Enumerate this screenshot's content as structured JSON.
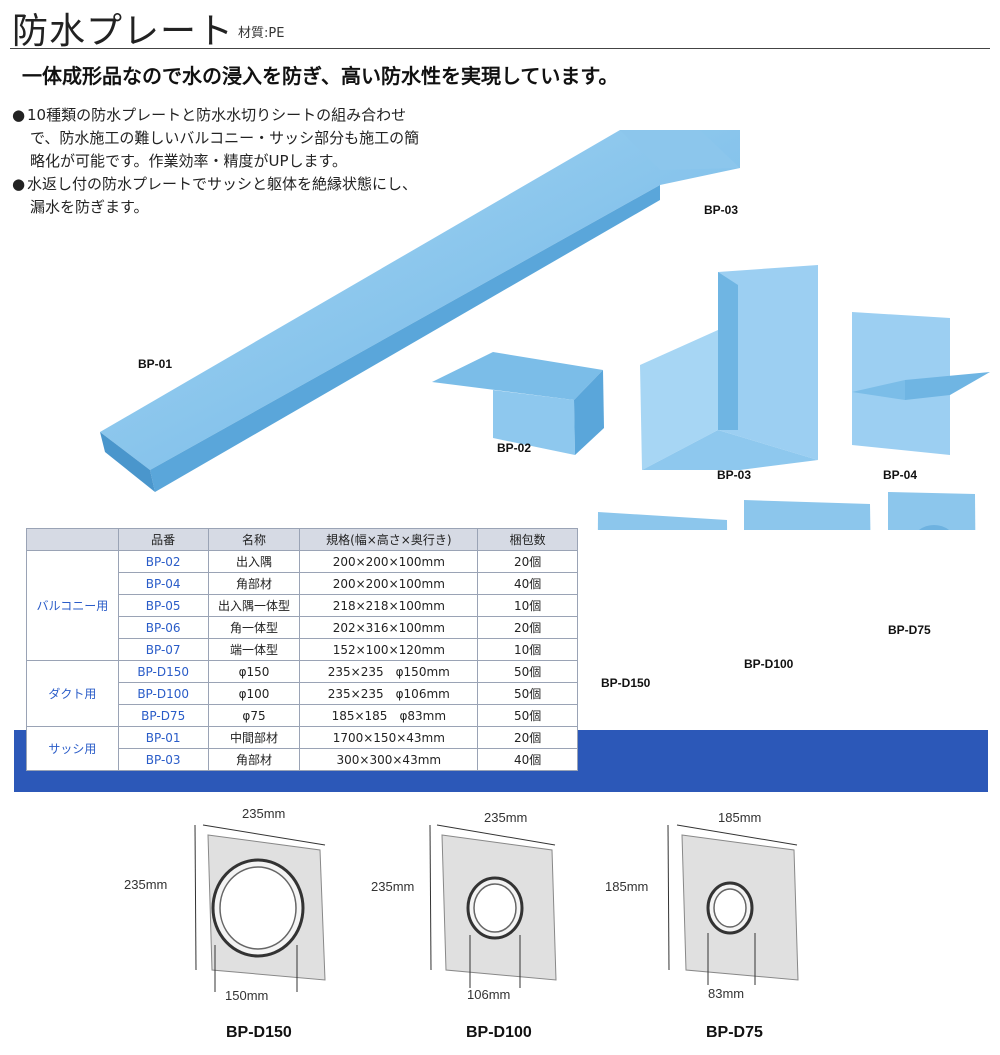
{
  "header": {
    "title": "防水プレート",
    "material": "材質:PE"
  },
  "headline": "一体成形品なので水の浸入を防ぎ、高い防水性を実現しています。",
  "bullets": [
    {
      "line1": "10種類の防水プレートと防水水切りシートの組み合わせ",
      "line2": "で、防水施工の難しいバルコニー・サッシ部分も施工の簡",
      "line3": "略化が可能です。作業効率・精度がUPします。"
    },
    {
      "line1": "水返し付の防水プレートでサッシと躯体を絶縁状態にし、",
      "line2": "漏水を防ぎます。"
    }
  ],
  "product_labels": {
    "bp01": "BP-01",
    "bp02": "BP-02",
    "bp03_top": "BP-03",
    "bp03": "BP-03",
    "bp04": "BP-04",
    "d150": "BP-D150",
    "d100": "BP-D100",
    "d75": "BP-D75"
  },
  "colors": {
    "plate_blue": "#8cc6ec",
    "plate_blue_dark": "#5aa6da",
    "table_band": "#2c58b8",
    "code_blue": "#2a5cc8"
  },
  "table": {
    "headers": [
      "品番",
      "名称",
      "規格(幅×高さ×奥行き)",
      "梱包数"
    ],
    "groups": [
      "バルコニー用",
      "ダクト用",
      "サッシ用"
    ],
    "rows": [
      [
        "BP-02",
        "出入隅",
        "200×200×100mm",
        "20個"
      ],
      [
        "BP-04",
        "角部材",
        "200×200×100mm",
        "40個"
      ],
      [
        "BP-05",
        "出入隅一体型",
        "218×218×100mm",
        "10個"
      ],
      [
        "BP-06",
        "角一体型",
        "202×316×100mm",
        "20個"
      ],
      [
        "BP-07",
        "端一体型",
        "152×100×120mm",
        "10個"
      ],
      [
        "BP-D150",
        "φ150",
        "235×235　φ150mm",
        "50個"
      ],
      [
        "BP-D100",
        "φ100",
        "235×235　φ106mm",
        "50個"
      ],
      [
        "BP-D75",
        "φ75",
        "185×185　φ83mm",
        "50個"
      ],
      [
        "BP-01",
        "中間部材",
        "1700×150×43mm",
        "20個"
      ],
      [
        "BP-03",
        "角部材",
        "300×300×43mm",
        "40個"
      ]
    ]
  },
  "diagrams": [
    {
      "name": "BP-D150",
      "width": "235mm",
      "height": "235mm",
      "hole": "150mm"
    },
    {
      "name": "BP-D100",
      "width": "235mm",
      "height": "235mm",
      "hole": "106mm"
    },
    {
      "name": "BP-D75",
      "width": "185mm",
      "height": "185mm",
      "hole": "83mm"
    }
  ]
}
